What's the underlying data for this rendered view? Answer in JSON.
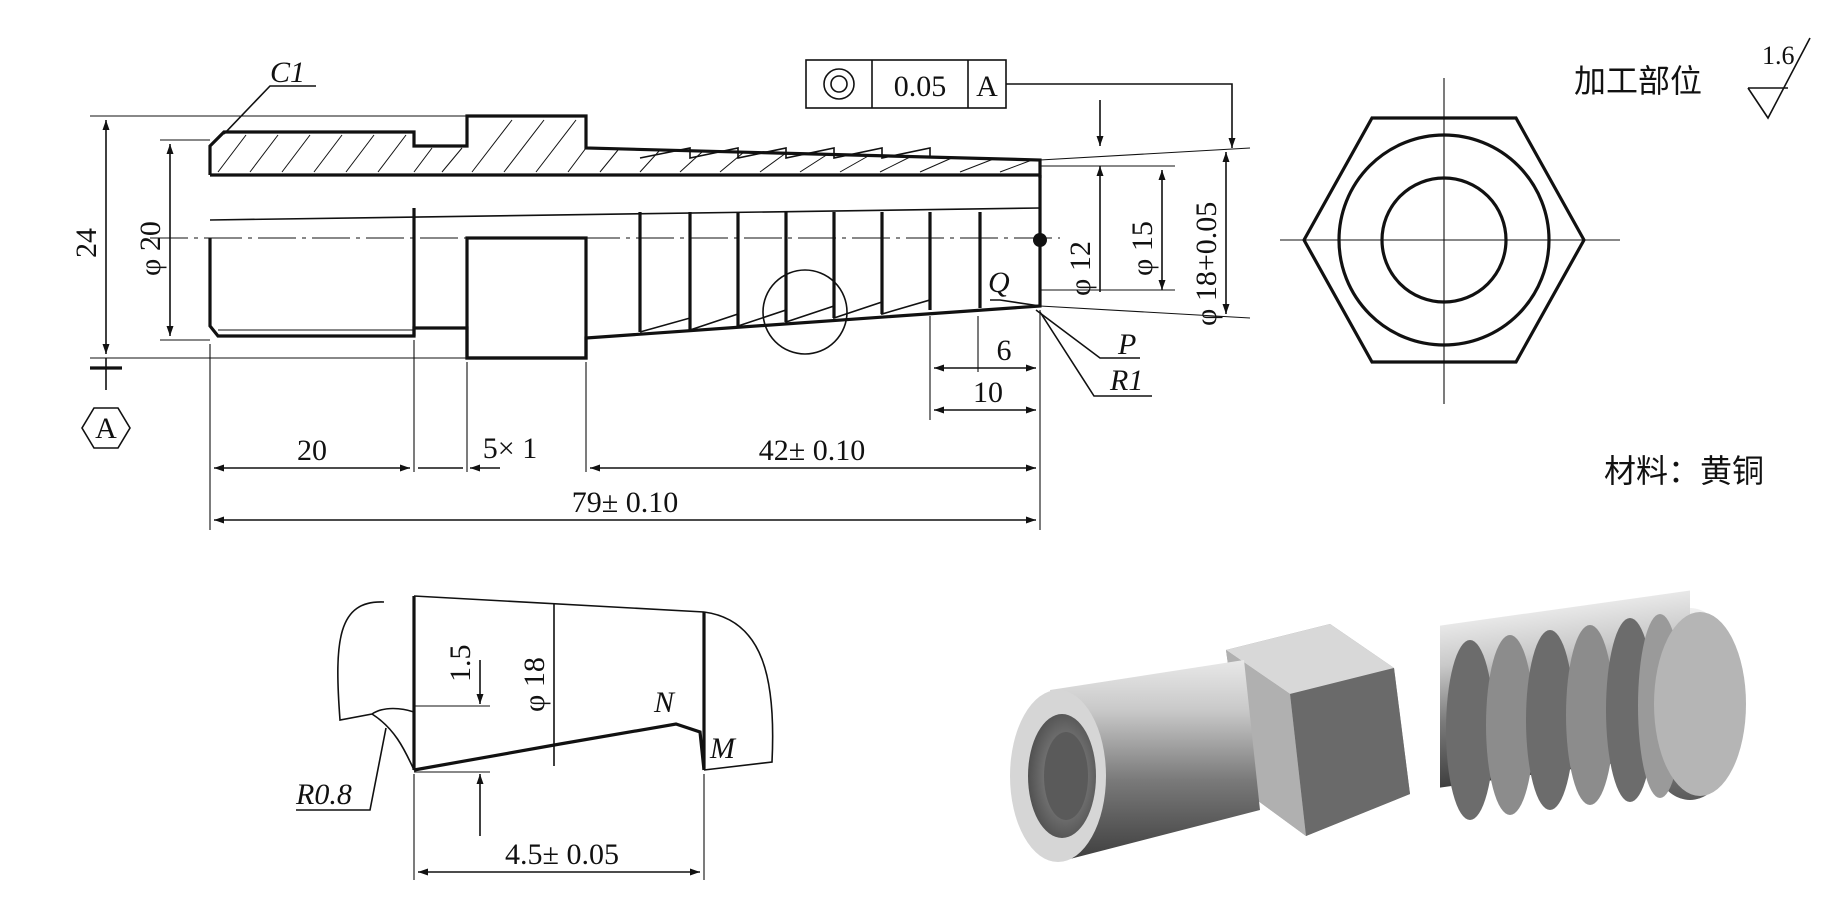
{
  "labels": {
    "chamfer": "C1",
    "dia_24": "24",
    "dia_20": "φ 20",
    "datum": "A",
    "len_20": "20",
    "groove": "5× 1",
    "len_42": "42± 0.10",
    "len_79": "79± 0.10",
    "tol_value": "0.05",
    "tol_datum": "A",
    "dia_12": "φ 12",
    "dia_15": "φ 15",
    "dia_18": "φ 18+0.05",
    "point_q": "Q",
    "point_p": "P",
    "radius_1": "R1",
    "len_6": "6",
    "len_10": "10",
    "surface_note": "加工部位",
    "roughness": "1.6",
    "material": "材料：黄铜"
  },
  "detail": {
    "depth": "1.5",
    "dia": "φ 18",
    "point_n": "N",
    "point_m": "M",
    "radius": "R0.8",
    "pitch": "4.5± 0.05"
  },
  "colors": {
    "ink": "#111111",
    "paper": "#ffffff"
  },
  "icons": [
    "concentricity-icon",
    "surface-roughness-icon",
    "datum-icon"
  ]
}
